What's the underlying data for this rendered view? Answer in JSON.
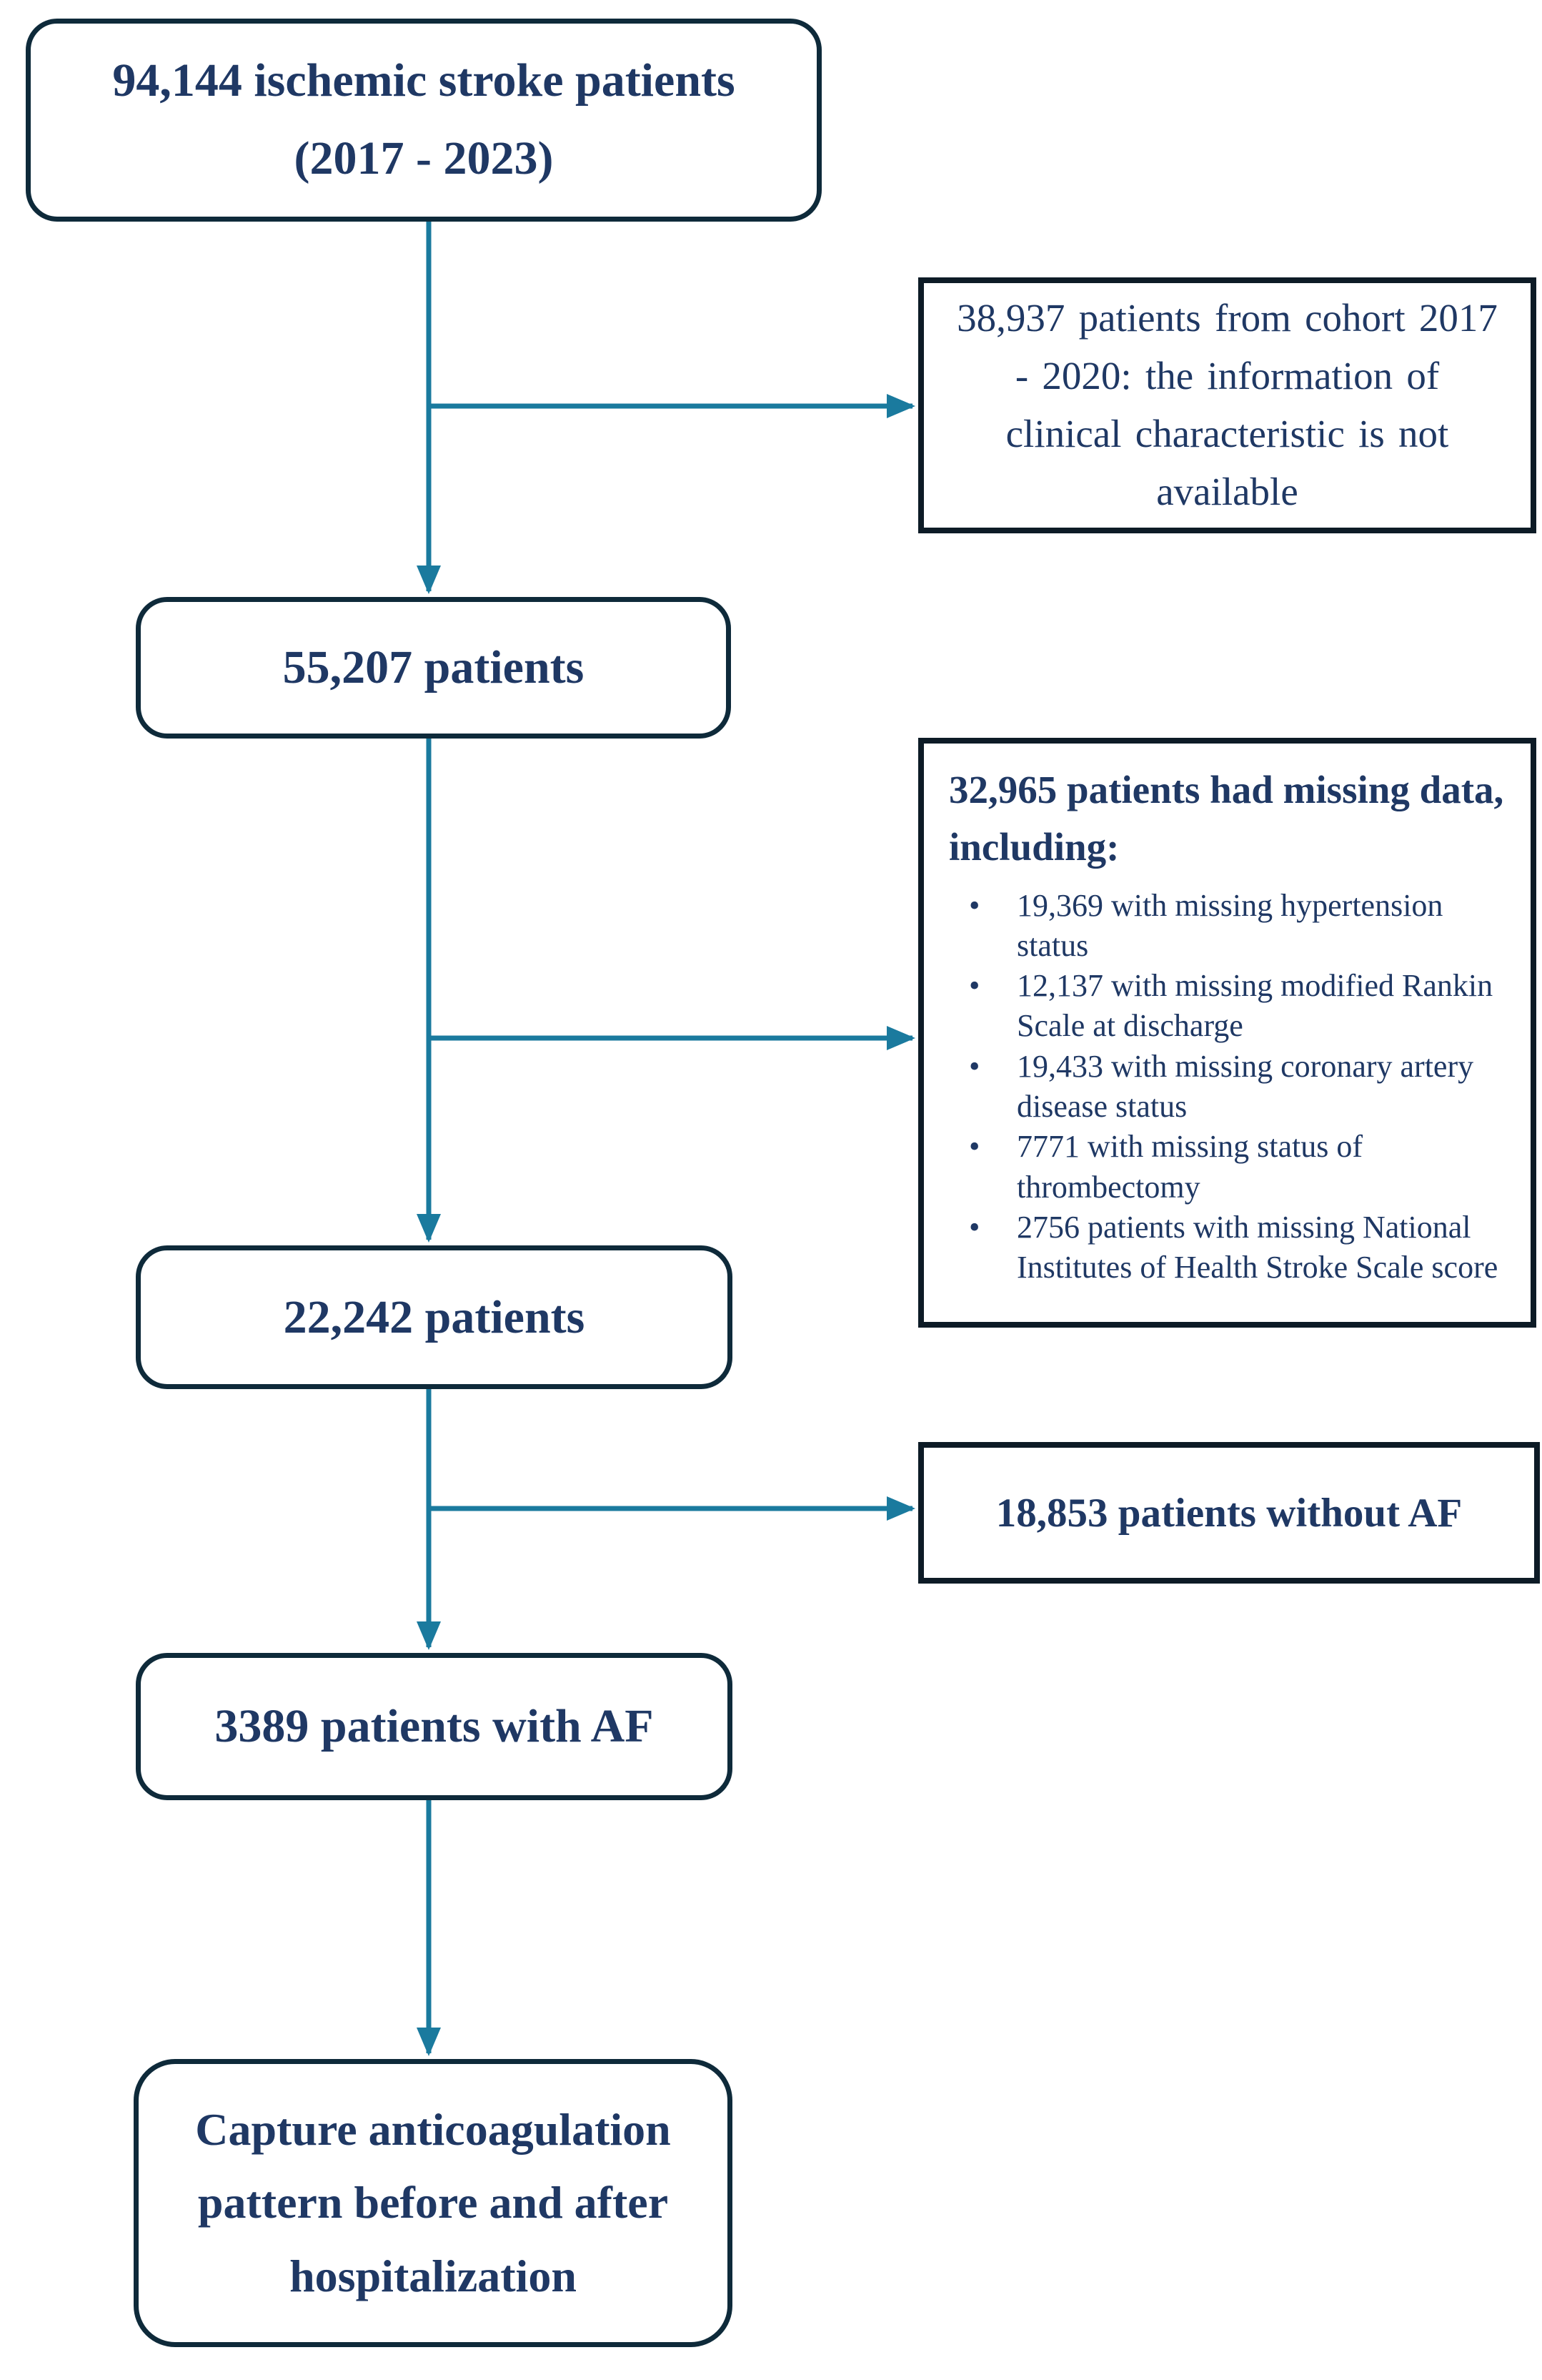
{
  "colors": {
    "arrow_teal": "#1A7A9E",
    "square_box_border": "#0D1B26",
    "rounded_box_border": "#0E2A3A",
    "text_navy": "#1F3864",
    "background": "#FFFFFF"
  },
  "flow": {
    "start": {
      "line1": "94,144 ischemic stroke patients",
      "line2": "(2017 - 2023)"
    },
    "exclusion_cohort": {
      "text": "38,937 patients from cohort 2017 - 2020: the information of clinical characteristic is not available"
    },
    "after_cohort": {
      "text": "55,207 patients"
    },
    "exclusion_missing": {
      "title": "32,965 patients had missing data, including:",
      "bullets": [
        "19,369 with missing hypertension status",
        "12,137 with missing modified Rankin Scale at discharge",
        "19,433 with missing coronary artery disease status",
        "7771 with missing status of thrombectomy",
        "2756 patients with missing National Institutes of Health Stroke Scale score"
      ]
    },
    "after_missing": {
      "text": "22,242 patients"
    },
    "exclusion_af": {
      "text": "18,853 patients without AF"
    },
    "with_af": {
      "text": "3389 patients with AF"
    },
    "end": {
      "text": "Capture anticoagulation pattern before and after hospitalization"
    }
  }
}
